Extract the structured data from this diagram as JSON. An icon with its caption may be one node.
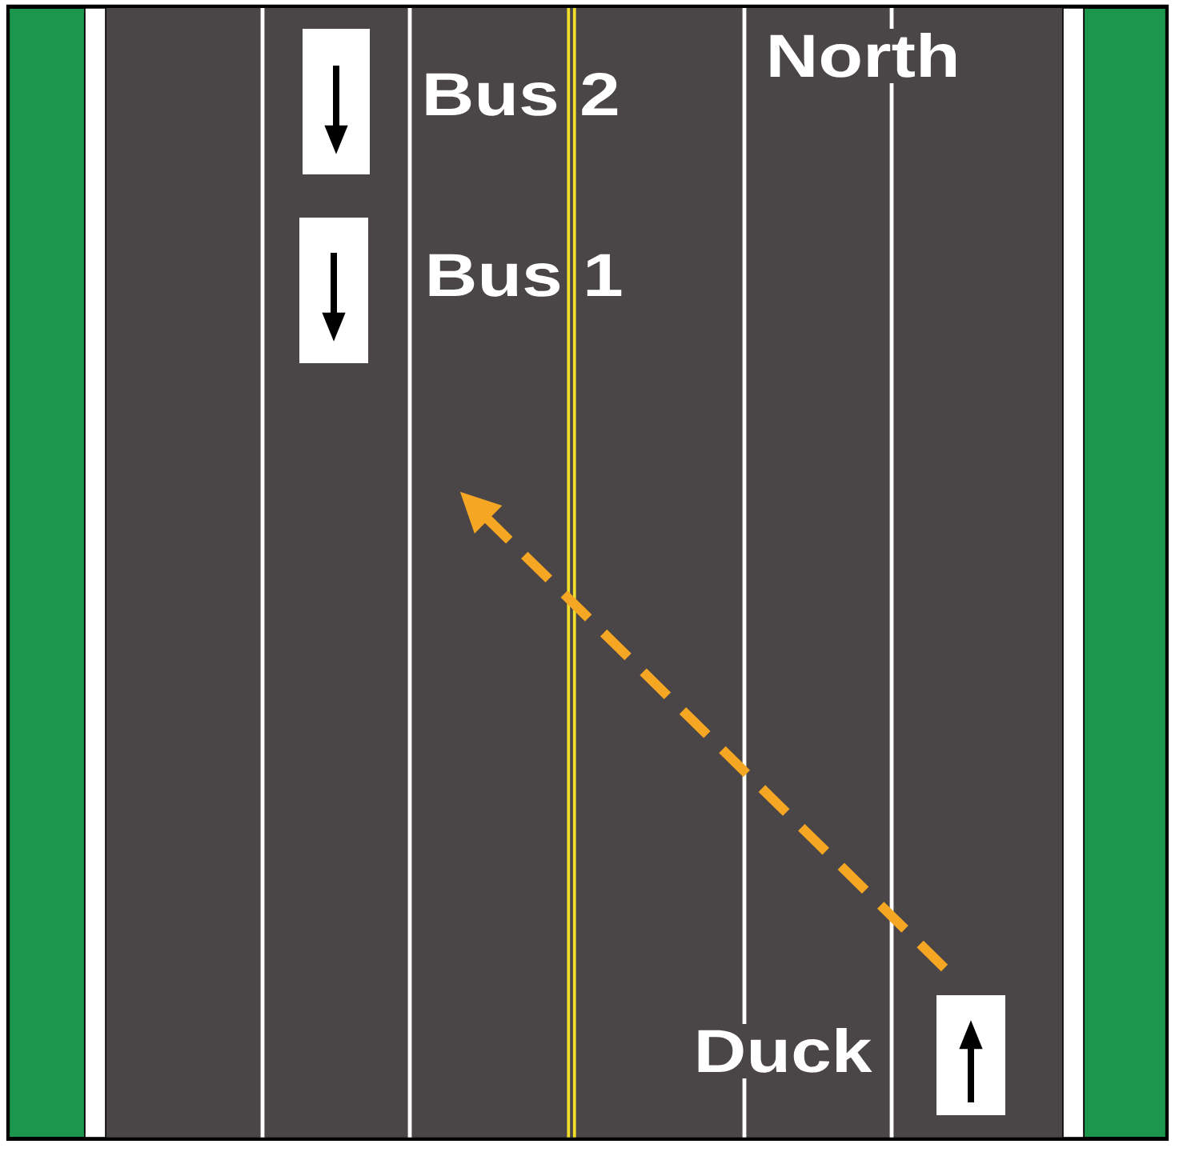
{
  "diagram": {
    "nodes": [
      {
        "text": [],
        "shape": "box",
        "beside": [
          "Bus 2"
        ]
      },
      {
        "text": [],
        "shape": "box",
        "beside": [
          "Bus 1"
        ]
      },
      {
        "text": [],
        "shape": "box",
        "beside": [
          "Duck"
        ]
      }
    ],
    "labels": [
      "North"
    ]
  }
}
